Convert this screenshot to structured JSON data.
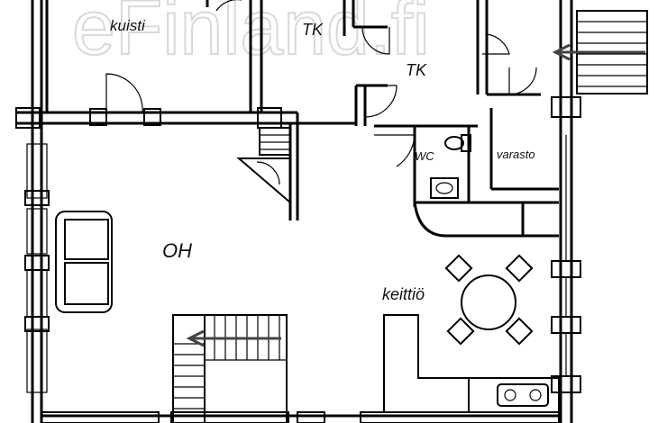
{
  "plan": {
    "watermark": "eFinland.fi",
    "rooms": {
      "kuisti": "kuisti",
      "tk_upper": "TK",
      "tk_lower": "TK",
      "wc": "WC",
      "varasto": "varasto",
      "oh": "OH",
      "keittio": "keittiö"
    }
  }
}
